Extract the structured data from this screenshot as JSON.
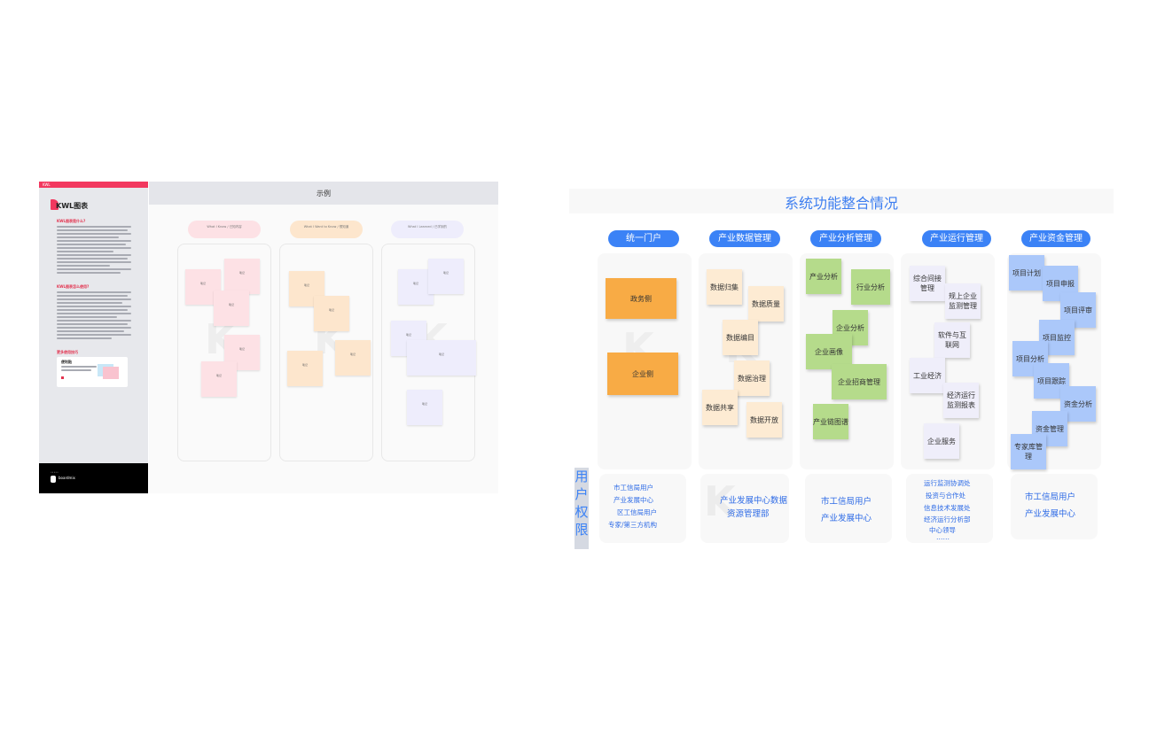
{
  "kwl": {
    "topbar_tag": "KWL",
    "title": "KWL图表",
    "section1_title": "KWL图表是什么?",
    "section2_title": "KWL图表怎么使用?",
    "section3_title": "更多使用技巧",
    "example_card_title": "便利贴",
    "footer_brand": "boardmix",
    "main_title": "示例",
    "watermark": "K",
    "columns": [
      {
        "pill": "What I Know / 已知内容",
        "notes": [
          "笔记",
          "笔记",
          "笔记",
          "笔记",
          "笔记"
        ]
      },
      {
        "pill": "What I Want to Know / 想知道",
        "notes": [
          "笔记",
          "笔记",
          "笔记",
          "笔记"
        ]
      },
      {
        "pill": "What I Learned / 已学到的",
        "notes": [
          "笔记",
          "笔记",
          "笔记",
          "笔记",
          "笔记"
        ]
      }
    ]
  },
  "system": {
    "title": "系统功能整合情况",
    "user_perm_label": [
      "用",
      "户",
      "权",
      "限"
    ],
    "watermark": "K",
    "categories": [
      {
        "label": "统一门户"
      },
      {
        "label": "产业数据管理"
      },
      {
        "label": "产业分析管理"
      },
      {
        "label": "产业运行管理"
      },
      {
        "label": "产业资金管理"
      }
    ],
    "portal_notes": [
      "政务侧",
      "企业侧"
    ],
    "data_notes": [
      "数据归集",
      "数据质量",
      "数据编目",
      "数据治理",
      "数据共享",
      "数据开放"
    ],
    "analysis_notes": [
      "产业分析",
      "行业分析",
      "企业分析",
      "企业画像",
      "企业招商管理",
      "产业链图谱"
    ],
    "operation_notes": [
      "综合间接管理",
      "规上企业监测管理",
      "软件与互联网",
      "工业经济",
      "经济运行监测报表",
      "企业服务"
    ],
    "finance_notes": [
      "项目计划",
      "项目申报",
      "项目评审",
      "项目监控",
      "项目分析",
      "项目跟踪",
      "资金分析",
      "资金管理",
      "专家库管理"
    ],
    "perm_portal": [
      "市工信局用户",
      "产业发展中心",
      "区工信局用户",
      "专家/第三方机构"
    ],
    "perm_data": [
      "产业发展中心数据",
      "资源管理部"
    ],
    "perm_analysis": [
      "市工信局用户",
      "产业发展中心"
    ],
    "perm_operation": [
      "运行监测协调处",
      "投资与合作处",
      "信息技术发展处",
      "经济运行分析部",
      "中心领导",
      "……"
    ],
    "perm_finance": [
      "市工信局用户",
      "产业发展中心"
    ]
  }
}
